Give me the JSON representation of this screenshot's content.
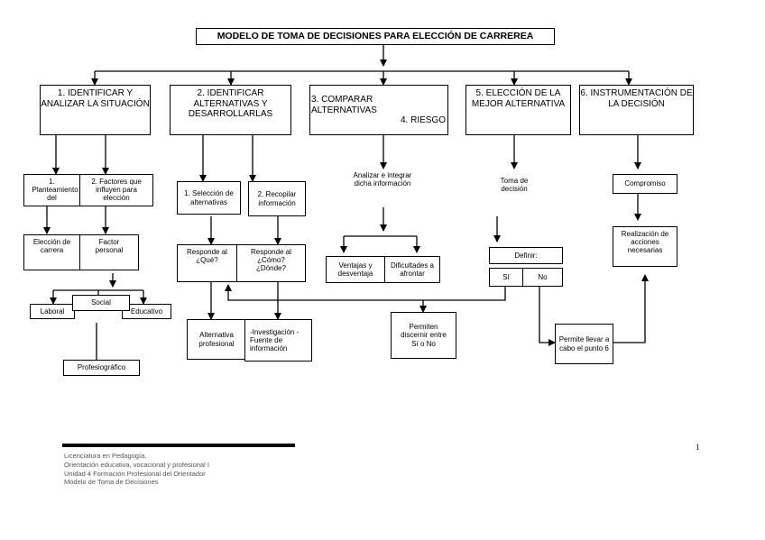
{
  "title": "MODELO DE TOMA DE DECISIONES PARA ELECCIÓN DE CARREREA",
  "steps": {
    "s1": "1. IDENTIFICAR Y ANALIZAR LA SITUACIÓN",
    "s2": "2. IDENTIFICAR ALTERNATIVAS Y DESARROLLARLAS",
    "s3": "3. COMPARAR ALTERNATIVAS",
    "s3b": "4. RIESGO",
    "s5": "5. ELECCIÓN DE LA MEJOR ALTERNATIVA",
    "s6": "6. INSTRUMENTACIÓN DE LA DECISIÓN"
  },
  "col1": {
    "planteamiento": "1. Planteamiento del",
    "factores": "2. Factores que influyen para elección",
    "eleccion_carrera": "Elección de carrera",
    "factor_personal": "Factor personal",
    "social": "Social",
    "laboral": "Laboral",
    "educativo": "Educativo",
    "profesiografico": "Profesiográfico"
  },
  "col2": {
    "seleccion": "1. Selección de alternativas",
    "recopilar": "2. Recopilar información",
    "responde_que": "Responde al ¿Qué?",
    "responde_como": "Responde al ¿Cómo? ¿Dónde?",
    "alternativa_profesional": "Alternativa profesional",
    "investigacion": "-Investigación -Fuente de información"
  },
  "col3": {
    "analizar": "Analizar e integrar dicha información",
    "ventajas": "Ventajas y desventaja",
    "dificultades": "Dificultades a afrontar",
    "permiten": "Permiten discernir entre Sí o No"
  },
  "col5": {
    "toma": "Toma de decisión",
    "definir": "Definir:",
    "si": "Sí",
    "no": "No",
    "permite": "Permite llevar a cabo el punto 6"
  },
  "col6": {
    "compromiso": "Compromiso",
    "realizacion": "Realización de acciones necesarias"
  },
  "footer": {
    "line1": "Licenciatura en Pedagogía.",
    "line2": "Orientación educativa, vocacional y profesional I",
    "line3": "Unidad 4 Formación Profesional del Orientador",
    "line4": "Modelo de Toma de Decisiones",
    "page": "1"
  }
}
